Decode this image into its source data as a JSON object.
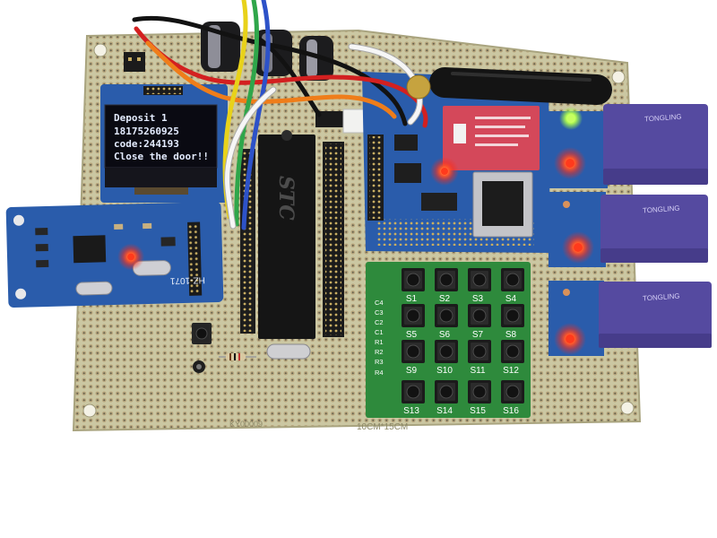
{
  "oled_display": {
    "lines": [
      "Deposit 1",
      "18175260925",
      "code:244193",
      "Close the door!!"
    ]
  },
  "mcu": {
    "label": "STC"
  },
  "clock_module": {
    "label": "HZ-1071"
  },
  "keypad": {
    "keys": [
      "S1",
      "S2",
      "S3",
      "S4",
      "S5",
      "S6",
      "S7",
      "S8",
      "S9",
      "S10",
      "S11",
      "S12",
      "S13",
      "S14",
      "S15",
      "S16"
    ],
    "pins": [
      "C4",
      "C3",
      "C2",
      "C1",
      "R1",
      "R2",
      "R3",
      "R4"
    ]
  },
  "relays": [
    {
      "label": "TONGLING"
    },
    {
      "label": "TONGLING"
    },
    {
      "label": "TONGLING"
    }
  ],
  "board": {
    "serial": "KY00009",
    "size": "10CM*15CM"
  },
  "colors": {
    "board": "#cbc7a2",
    "module_blue": "#2a5cab",
    "keypad_green": "#2e8a3c",
    "relay_purple": "#554aa0",
    "sim_red": "#d4485a",
    "oled_text": "#e4ecff",
    "led_red": "#ff3a1c",
    "led_green": "#c6ff5e"
  }
}
